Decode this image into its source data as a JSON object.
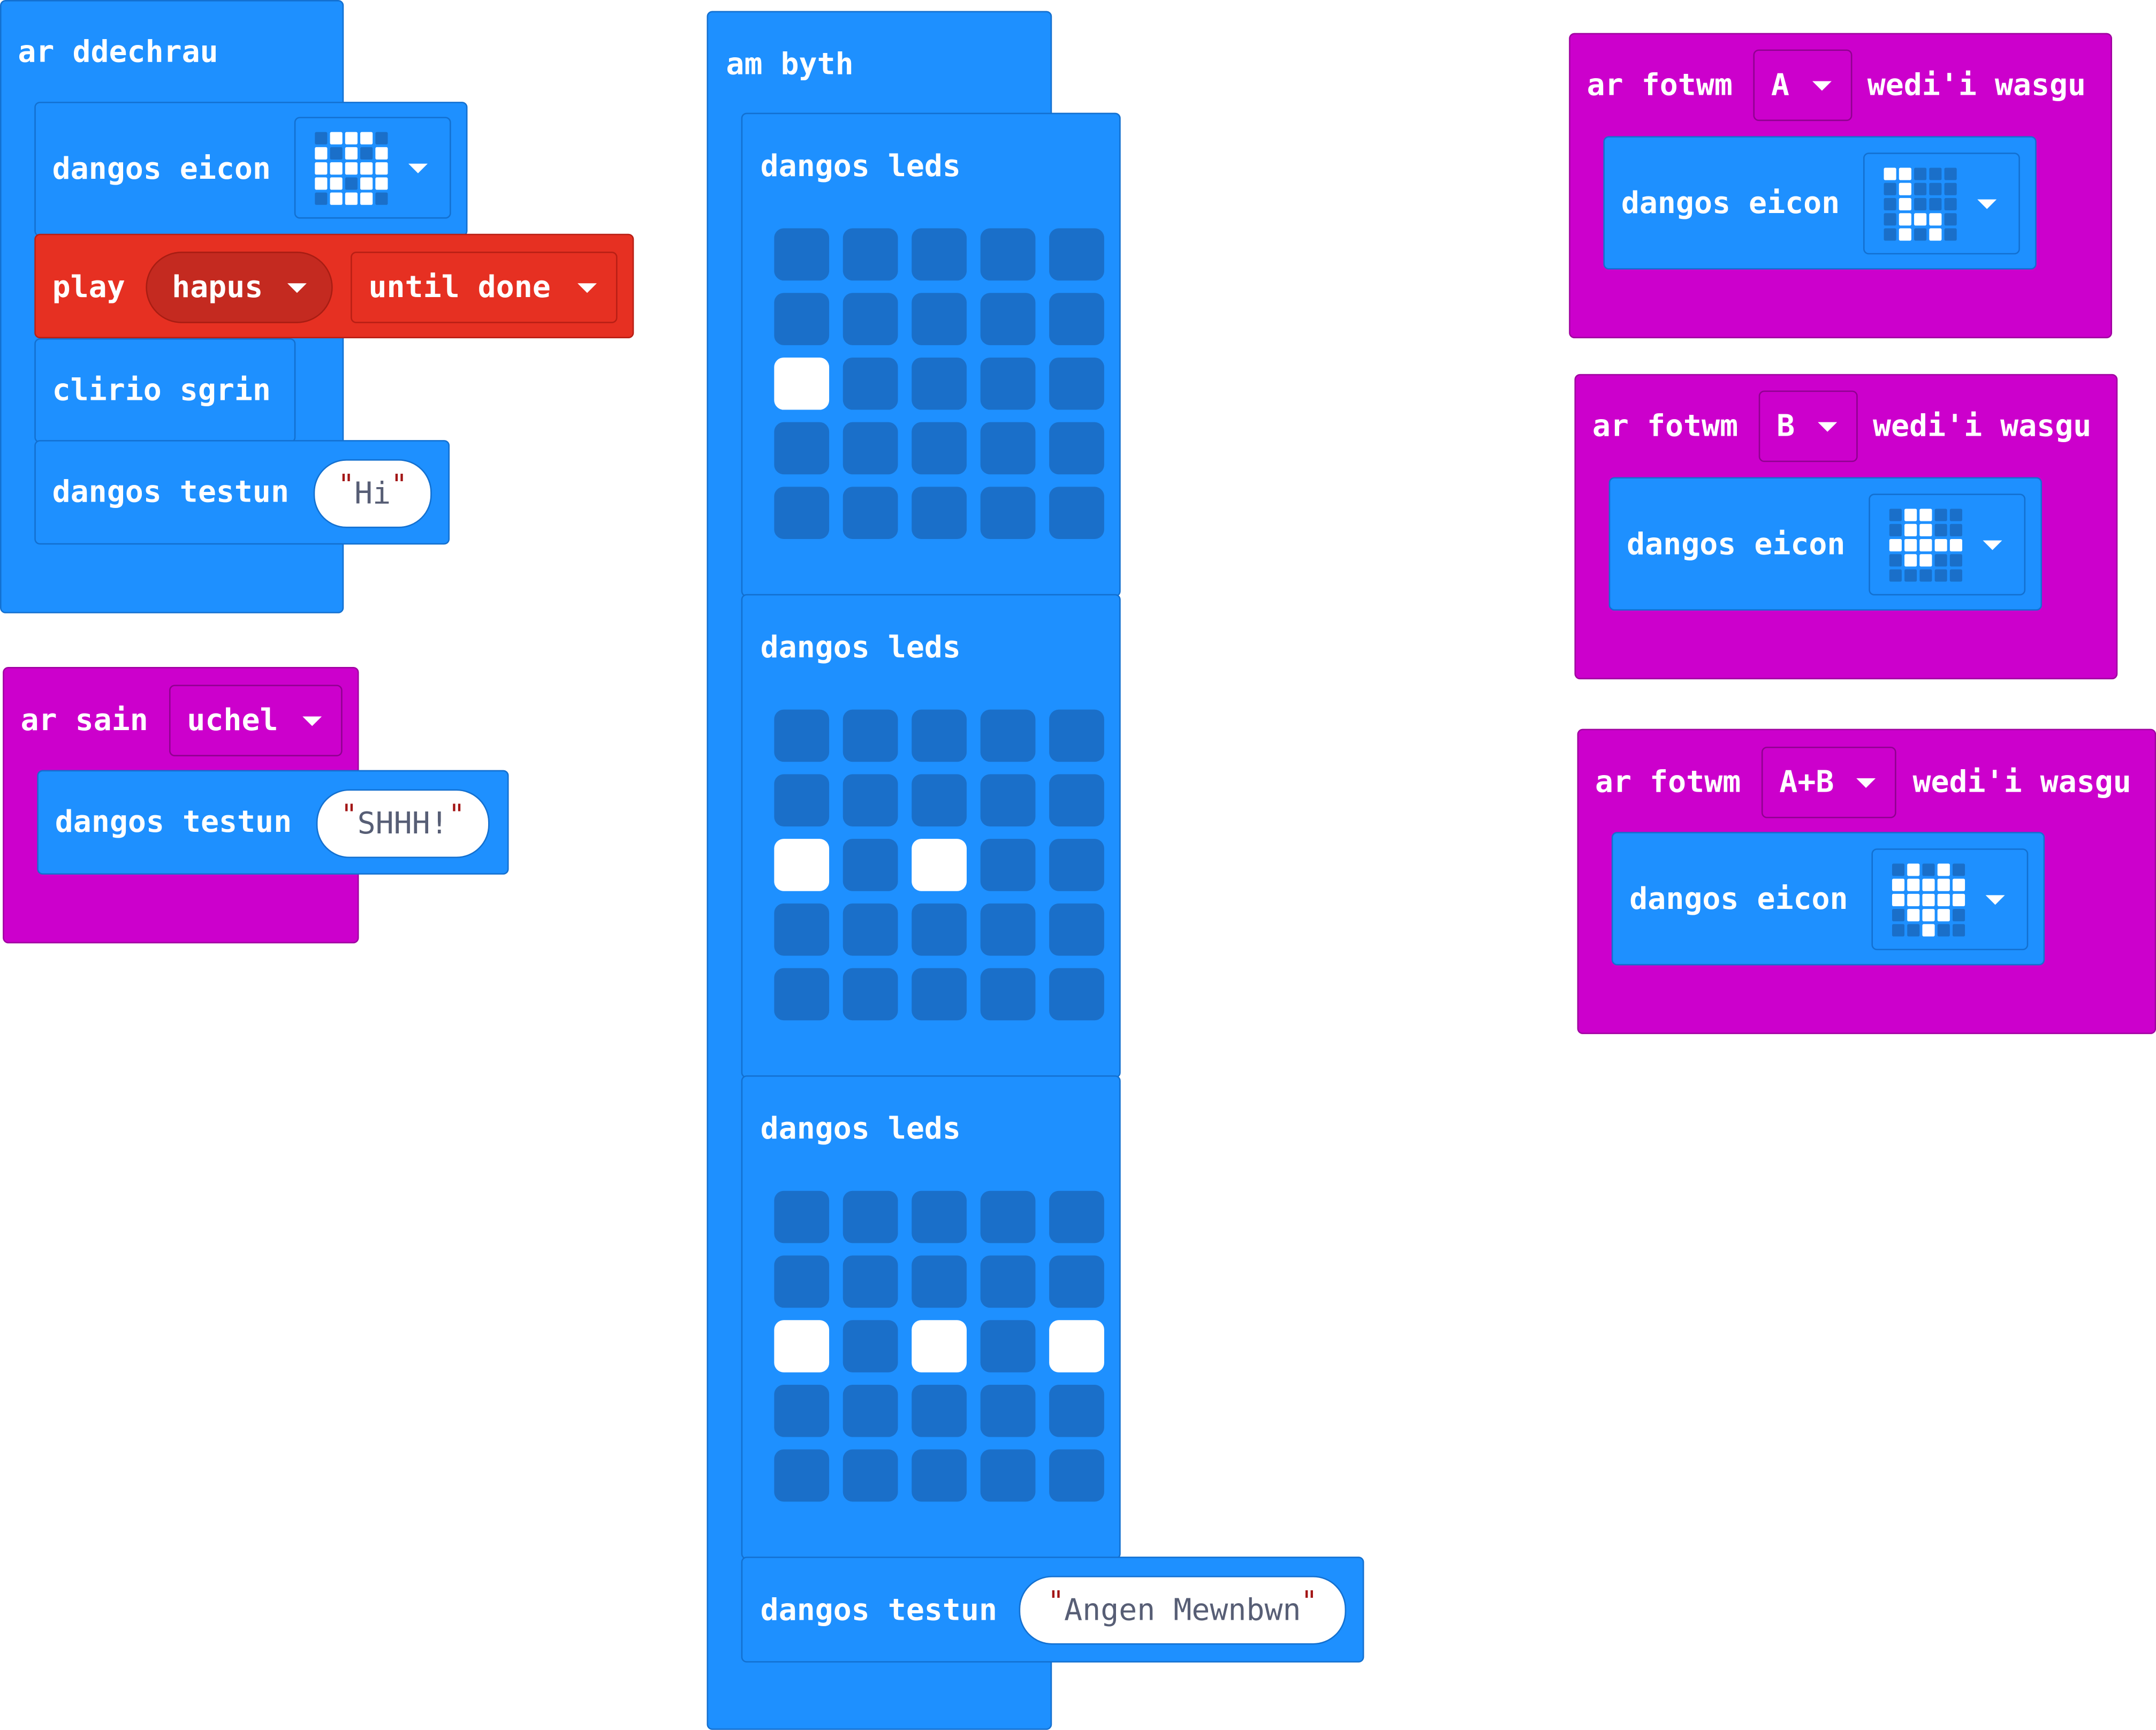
{
  "on_start": {
    "hat": "ar ddechrau",
    "show_icon_1": "dangos eicon",
    "play": "play",
    "sound": "hapus",
    "mode": "until done",
    "clear": "clirio sgrin",
    "show_string": "dangos testun",
    "string_value": "Hi",
    "icon_pattern": [
      0,
      1,
      1,
      1,
      0,
      1,
      0,
      1,
      0,
      1,
      1,
      1,
      1,
      1,
      1,
      1,
      1,
      0,
      1,
      1,
      0,
      1,
      1,
      1,
      0
    ]
  },
  "on_sound": {
    "hat": "ar sain",
    "level": "uchel",
    "show_string": "dangos testun",
    "string_value": "SHHH!"
  },
  "forever": {
    "hat": "am byth",
    "show_leds_label": "dangos leds",
    "frames": [
      [
        0,
        0,
        0,
        0,
        0,
        0,
        0,
        0,
        0,
        0,
        1,
        0,
        0,
        0,
        0,
        0,
        0,
        0,
        0,
        0,
        0,
        0,
        0,
        0,
        0
      ],
      [
        0,
        0,
        0,
        0,
        0,
        0,
        0,
        0,
        0,
        0,
        1,
        0,
        1,
        0,
        0,
        0,
        0,
        0,
        0,
        0,
        0,
        0,
        0,
        0,
        0
      ],
      [
        0,
        0,
        0,
        0,
        0,
        0,
        0,
        0,
        0,
        0,
        1,
        0,
        1,
        0,
        1,
        0,
        0,
        0,
        0,
        0,
        0,
        0,
        0,
        0,
        0
      ]
    ],
    "show_string": "dangos testun",
    "string_value": "Angen Mewnbwn"
  },
  "buttons": [
    {
      "prefix": "ar fotwm",
      "button": "A",
      "suffix": "wedi'i wasgu",
      "show_icon": "dangos eicon",
      "icon_pattern": [
        1,
        1,
        0,
        0,
        0,
        0,
        1,
        0,
        0,
        0,
        0,
        1,
        0,
        0,
        0,
        0,
        1,
        1,
        1,
        0,
        0,
        1,
        0,
        1,
        0
      ]
    },
    {
      "prefix": "ar fotwm",
      "button": "B",
      "suffix": "wedi'i wasgu",
      "show_icon": "dangos eicon",
      "icon_pattern": [
        0,
        1,
        1,
        0,
        0,
        0,
        1,
        1,
        0,
        0,
        1,
        1,
        1,
        1,
        1,
        0,
        1,
        1,
        0,
        0,
        0,
        0,
        0,
        0,
        0
      ]
    },
    {
      "prefix": "ar fotwm",
      "button": "A+B",
      "suffix": "wedi'i wasgu",
      "show_icon": "dangos eicon",
      "icon_pattern": [
        0,
        1,
        0,
        1,
        0,
        1,
        1,
        1,
        1,
        1,
        1,
        1,
        1,
        1,
        1,
        0,
        1,
        1,
        1,
        0,
        0,
        0,
        1,
        0,
        0
      ]
    }
  ],
  "colors": {
    "basic_blue": "#1e90ff",
    "input_magenta": "#cc00cc",
    "music_red": "#e63022",
    "led_off": "#1a6fc9",
    "led_on": "#ffffff",
    "string_quote": "#a31515"
  }
}
